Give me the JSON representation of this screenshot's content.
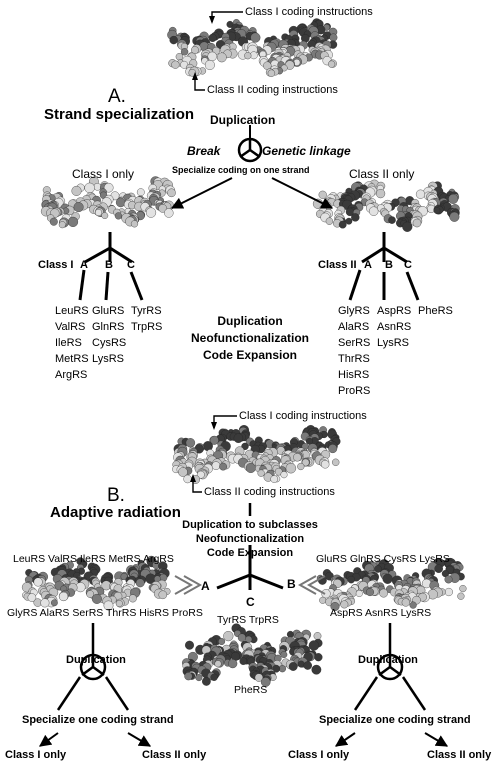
{
  "top": {
    "class1_instr": "Class I coding instructions",
    "class2_instr": "Class II coding instructions",
    "section_letter": "A.",
    "section_title": "Strand specialization",
    "duplication": "Duplication",
    "break": "Break",
    "genetic_linkage": "Genetic linkage",
    "specialize": "Specialize coding on one strand"
  },
  "left": {
    "only_label": "Class I only",
    "class_label": "Class I",
    "sub_labels": [
      "A",
      "B",
      "C"
    ],
    "col_a": [
      "LeuRS",
      "ValRS",
      "IleRS",
      "MetRS",
      "ArgRS"
    ],
    "col_b": [
      "GluRS",
      "GlnRS",
      "CysRS",
      "LysRS"
    ],
    "col_c": [
      "TyrRS",
      "TrpRS"
    ]
  },
  "right": {
    "only_label": "Class II only",
    "class_label": "Class II",
    "sub_labels": [
      "A",
      "B",
      "C"
    ],
    "col_a": [
      "GlyRS",
      "AlaRS",
      "SerRS",
      "ThrRS",
      "HisRS",
      "ProRS"
    ],
    "col_b": [
      "AspRS",
      "AsnRS",
      "LysRS"
    ],
    "col_c": [
      "PheRS"
    ]
  },
  "middle_text": [
    "Duplication",
    "Neofunctionalization",
    "Code Expansion"
  ],
  "bottom": {
    "class1_instr": "Class I coding instructions",
    "class2_instr": "Class II coding instructions",
    "section_letter": "B.",
    "section_title": "Adaptive radiation",
    "center_text": [
      "Duplication to subclasses",
      "Neofunctionalization",
      "Code Expansion"
    ],
    "left_top": "LeuRS ValRS IleRS MetRS ArgRS",
    "left_bottom": "GlyRS AlaRS SerRS ThrRS HisRS ProRS",
    "right_top": "GluRS GlnRS CysRS LysRS",
    "right_bottom": "AspRS AsnRS LysRS",
    "label_a": "A",
    "label_b": "B",
    "label_c": "C",
    "c_names": "TyrRS TrpRS",
    "phe": "PheRS",
    "dup_left": "Duplication",
    "dup_right": "Duplication",
    "spec_left": "Specialize  one coding strand",
    "spec_right": "Specialize  one coding strand",
    "c1_only_left": "Class I only",
    "c2_only_left": "Class II only",
    "c1_only_right": "Class I only",
    "c2_only_right": "Class II only"
  },
  "colors": {
    "dark": "#3a3a3a",
    "mid": "#7a7a7a",
    "light": "#c4c4c4",
    "pale": "#e2e2e2"
  }
}
